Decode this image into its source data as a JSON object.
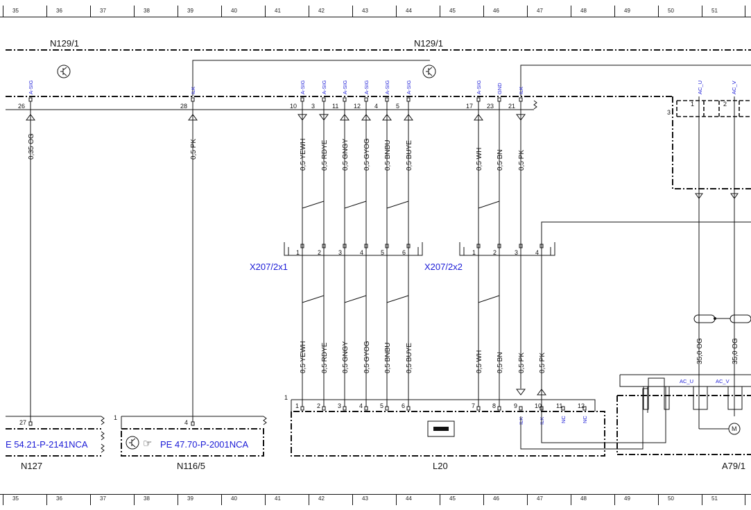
{
  "grid_columns": [
    "35",
    "36",
    "37",
    "38",
    "39",
    "40",
    "41",
    "42",
    "43",
    "44",
    "45",
    "46",
    "47",
    "48",
    "49",
    "50",
    "51"
  ],
  "components": {
    "n129_left": "N129/1",
    "n129_mid": "N129/1",
    "n127": "N127",
    "n116": "N116/5",
    "l20": "L20",
    "a79": "A79/1",
    "x207_1": "X207/2x1",
    "x207_2": "X207/2x2"
  },
  "refs": {
    "n127_ref": "E 54.21-P-2141NCA",
    "n116_ref": "PE 47.70-P-2001NCA"
  },
  "top_pins": [
    {
      "num": "26",
      "sig": "A-SIG",
      "wire": "0,35 OG"
    },
    {
      "num": "28",
      "sig": "ILK",
      "wire": "0,5 PK"
    },
    {
      "num": "10",
      "sig": "A-SIG",
      "wire": "0,5 YEWH"
    },
    {
      "num": "3",
      "sig": "A-SIG",
      "wire": "0,5 RDYE"
    },
    {
      "num": "11",
      "sig": "A-SIG",
      "wire": "0,5 GNGY"
    },
    {
      "num": "12",
      "sig": "A-SIG",
      "wire": "0,5 GYOG"
    },
    {
      "num": "4",
      "sig": "A-SIG",
      "wire": "0,5 BNBU"
    },
    {
      "num": "5",
      "sig": "A-SIG",
      "wire": "0,5 BUYE"
    },
    {
      "num": "17",
      "sig": "A-SIG",
      "wire": "0,5 WH"
    },
    {
      "num": "23",
      "sig": "GND",
      "wire": "0,5 BN"
    },
    {
      "num": "21",
      "sig": "ILK",
      "wire": "0,5 PK"
    }
  ],
  "right_top": {
    "pin1": "1",
    "pin2": "2",
    "pin3": "3",
    "sig_u": "AC_U",
    "sig_v": "AC_V"
  },
  "conn1_pins": [
    "1",
    "2",
    "3",
    "4",
    "5",
    "6"
  ],
  "conn2_pins": [
    "1",
    "2",
    "3",
    "4"
  ],
  "lower_wires": [
    "0,5 YEWH",
    "0,5 RDYE",
    "0,5 GNGY",
    "0,5 GYOG",
    "0,5 BNBU",
    "0,5 BUYE",
    "0,5 WH",
    "0,5 BN",
    "0,5 PK",
    "0,5 PK"
  ],
  "right_wires": [
    "35,0 OG",
    "35,0 OG"
  ],
  "l20_pins": [
    "1",
    "2",
    "3",
    "4",
    "5",
    "6",
    "7",
    "8",
    "9",
    "10",
    "11",
    "12"
  ],
  "l20_sigs": [
    "ILK",
    "ILK",
    "NC",
    "NC"
  ],
  "l20_block_num": "1",
  "n127_pin": "27",
  "n116_pin": "4",
  "n116_block_num": "1",
  "a79_sigs": [
    "AC_U",
    "AC_V"
  ],
  "motor_label": "M"
}
